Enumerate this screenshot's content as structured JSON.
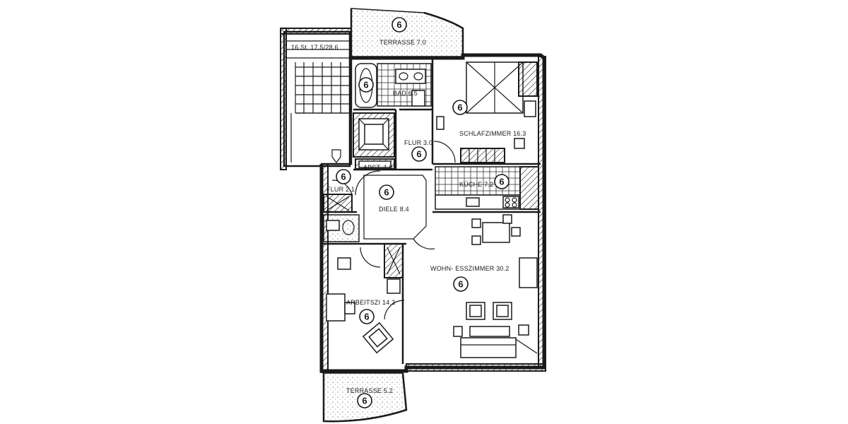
{
  "rooms": {
    "terrasse_top": {
      "label": "TERRASSE 7.0",
      "marker": "6"
    },
    "bad": {
      "label": "BAD 6.5",
      "marker": "6"
    },
    "stair": {
      "label": "16 St. 17.5/28.6"
    },
    "schlafzimmer": {
      "label": "SCHLAFZIMMER 16.3",
      "marker": "6"
    },
    "flur_a": {
      "label": "FLUR 3.0",
      "marker": "6"
    },
    "abst": {
      "label": "ABST. 1.0"
    },
    "flur_b": {
      "label": "FLUR 2.1",
      "marker": "6"
    },
    "kueche": {
      "label": "KÜCHE 7.2",
      "marker": "6"
    },
    "diele": {
      "label": "DIELE 8.4",
      "marker": "6"
    },
    "wohn": {
      "label": "WOHN- ESSZIMMER 30.2",
      "marker": "6"
    },
    "arbeit": {
      "label": "ARBEITSZI 14.2",
      "marker": "6"
    },
    "terrasse_bottom": {
      "label": "TERRASSE 5.2",
      "marker": "6"
    }
  }
}
